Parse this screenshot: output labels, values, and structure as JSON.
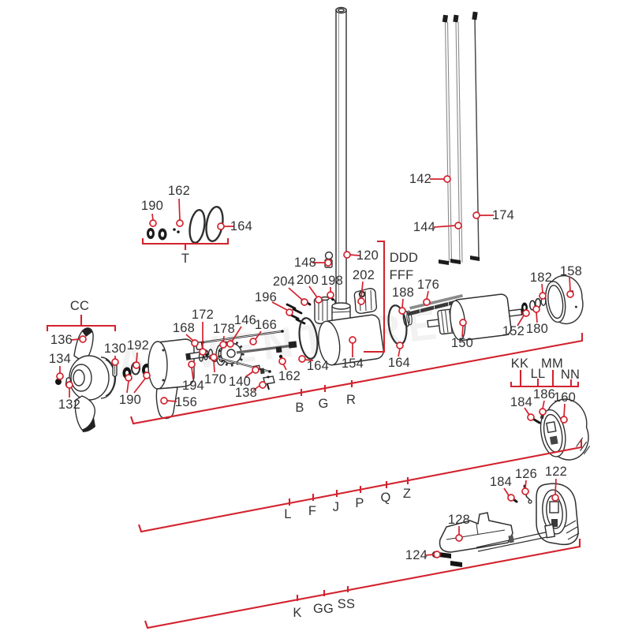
{
  "diagram_title": "Trolling motor lower unit exploded parts diagram",
  "watermark": "ADVENTURE",
  "colors": {
    "callout_red": "#d2232e",
    "part_line": "#2f2f2f",
    "label_text": "#333333",
    "background": "#ffffff"
  },
  "callouts": {
    "t_162": "162",
    "t_190": "190",
    "t_164": "164",
    "t_bracket": "T",
    "cc_bracket": "CC",
    "p136": "136",
    "p134": "134",
    "p130": "130",
    "p192": "192",
    "p132": "132",
    "p190": "190",
    "p156": "156",
    "p168": "168",
    "p172": "172",
    "p178": "178",
    "p146": "146",
    "p166": "166",
    "p194": "194",
    "p170": "170",
    "p140": "140",
    "p138": "138",
    "p162": "162",
    "p164_left": "164",
    "p154": "154",
    "p164_right": "164",
    "p196": "196",
    "p204": "204",
    "p200": "200",
    "p198": "198",
    "p202": "202",
    "p148": "148",
    "p120": "120",
    "ddd": "DDD",
    "fff": "FFF",
    "p142": "142",
    "p144": "144",
    "p174": "174",
    "p188": "188",
    "p176": "176",
    "p150": "150",
    "p152": "152",
    "p180": "180",
    "p182": "182",
    "p158": "158",
    "kk": "KK",
    "ll": "LL",
    "mm": "MM",
    "nn": "NN",
    "p186": "186",
    "p160": "160",
    "p184_top": "184",
    "b": "B",
    "g": "G",
    "r": "R",
    "l": "L",
    "f": "F",
    "j": "J",
    "p": "P",
    "q": "Q",
    "z": "Z",
    "p122": "122",
    "p126": "126",
    "p184_bottom": "184",
    "p128": "128",
    "p124": "124",
    "k": "K",
    "gg": "GG",
    "ss": "SS"
  }
}
